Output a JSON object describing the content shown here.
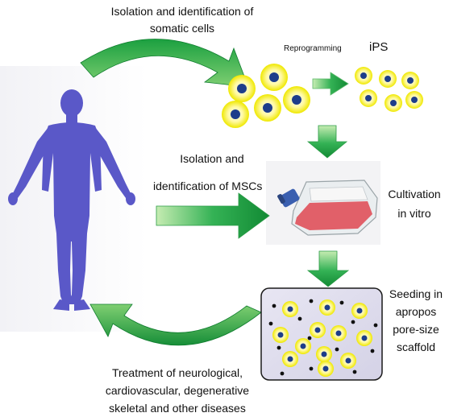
{
  "labels": {
    "isolation_somatic_line1": "Isolation and identification of",
    "isolation_somatic_line2": "somatic cells",
    "reprogramming": "Reprogramming",
    "ips": "iPS",
    "isolation_mscs_line1": "Isolation and",
    "isolation_mscs_line2": "identification of MSCs",
    "cultivation_line1": "Cultivation",
    "cultivation_line2": "in vitro",
    "seeding_line1": "Seeding in",
    "seeding_line2": "apropos",
    "seeding_line3": "pore-size",
    "seeding_line4": "scaffold",
    "treatment_line1": "Treatment of neurological,",
    "treatment_line2": "cardiovascular, degenerative",
    "treatment_line3": "skeletal and other diseases"
  },
  "colors": {
    "arrow_green": "#1fa845",
    "arrow_green_light": "#a9dc8e",
    "cell_yellow": "#f4f000",
    "cell_nucleus": "#1d3d8a",
    "body_silhouette": "#5a58c8",
    "flask_liquid": "#e0505a",
    "flask_cap": "#3a5fb0"
  }
}
